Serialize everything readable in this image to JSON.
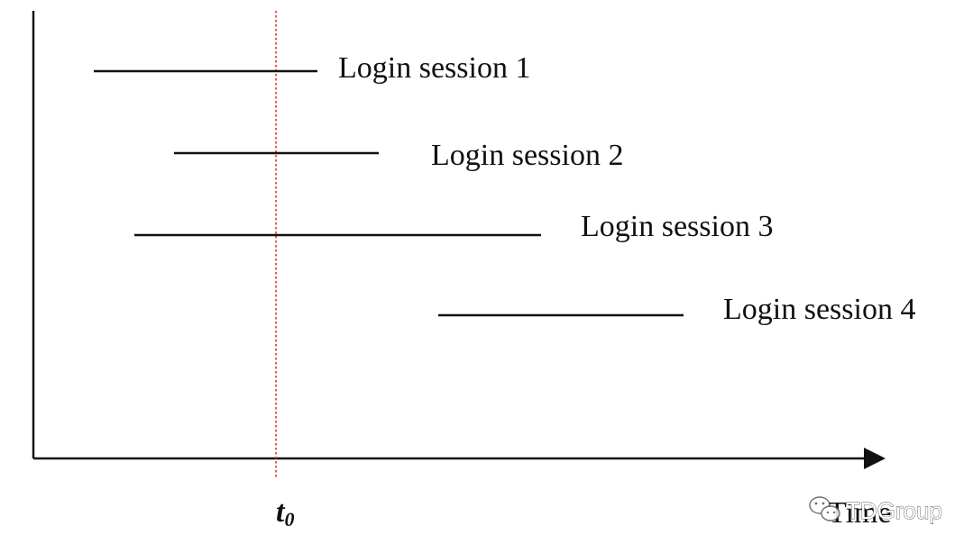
{
  "diagram": {
    "axis_label": "Time",
    "marker_label": "t",
    "marker_subscript": "0",
    "marker_color": "#e0322f",
    "line_color": "#111111",
    "sessions": [
      {
        "label": "Login session 1"
      },
      {
        "label": "Login session 2"
      },
      {
        "label": "Login session 3"
      },
      {
        "label": "Login session 4"
      }
    ]
  },
  "watermark": {
    "text": "TDGroup",
    "icon": "wechat-icon"
  }
}
